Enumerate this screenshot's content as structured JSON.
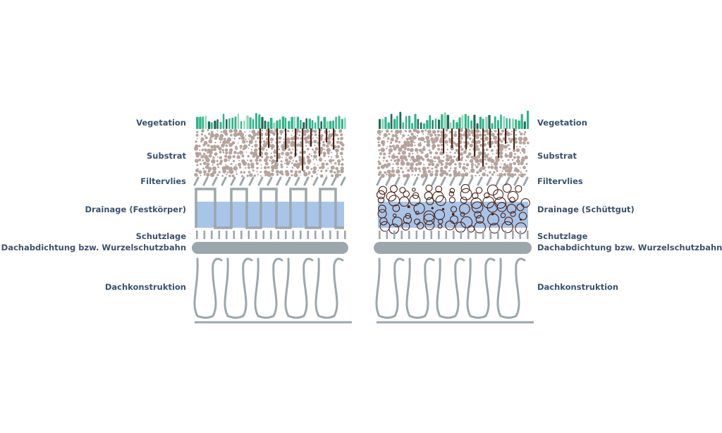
{
  "left_labels": {
    "vegetation": "Vegetation",
    "substrat": "Substrat",
    "filtervlies": "Filtervlies",
    "drainage": "Drainage (Festkörper)",
    "schutzlage": "Schutzlage",
    "dachabdichtung": "Dachabdichtung bzw. Wurzelschutzbahn",
    "dachkonstruktion": "Dachkonstruktion"
  },
  "right_labels": {
    "vegetation": "Vegetation",
    "substrat": "Substrat",
    "filtervlies": "Filtervlies",
    "drainage": "Drainage (Schüttgut)",
    "schutzlage": "Schutzlage",
    "dachabdichtung": "Dachabdichtung bzw. Wurzelschutzbahn",
    "dachkonstruktion": "Dachkonstruktion"
  },
  "colors": {
    "label_text": "#3a5270",
    "structure_gray": "#9ba7ac",
    "drainage_blue": "#a8c4e8",
    "substrate_brown": "#b5a39c",
    "root_brown": "#4a2318",
    "grass_green": "#2fb58a",
    "grass_light": "#8fd8b8",
    "grass_dark": "#1f6b5b"
  }
}
